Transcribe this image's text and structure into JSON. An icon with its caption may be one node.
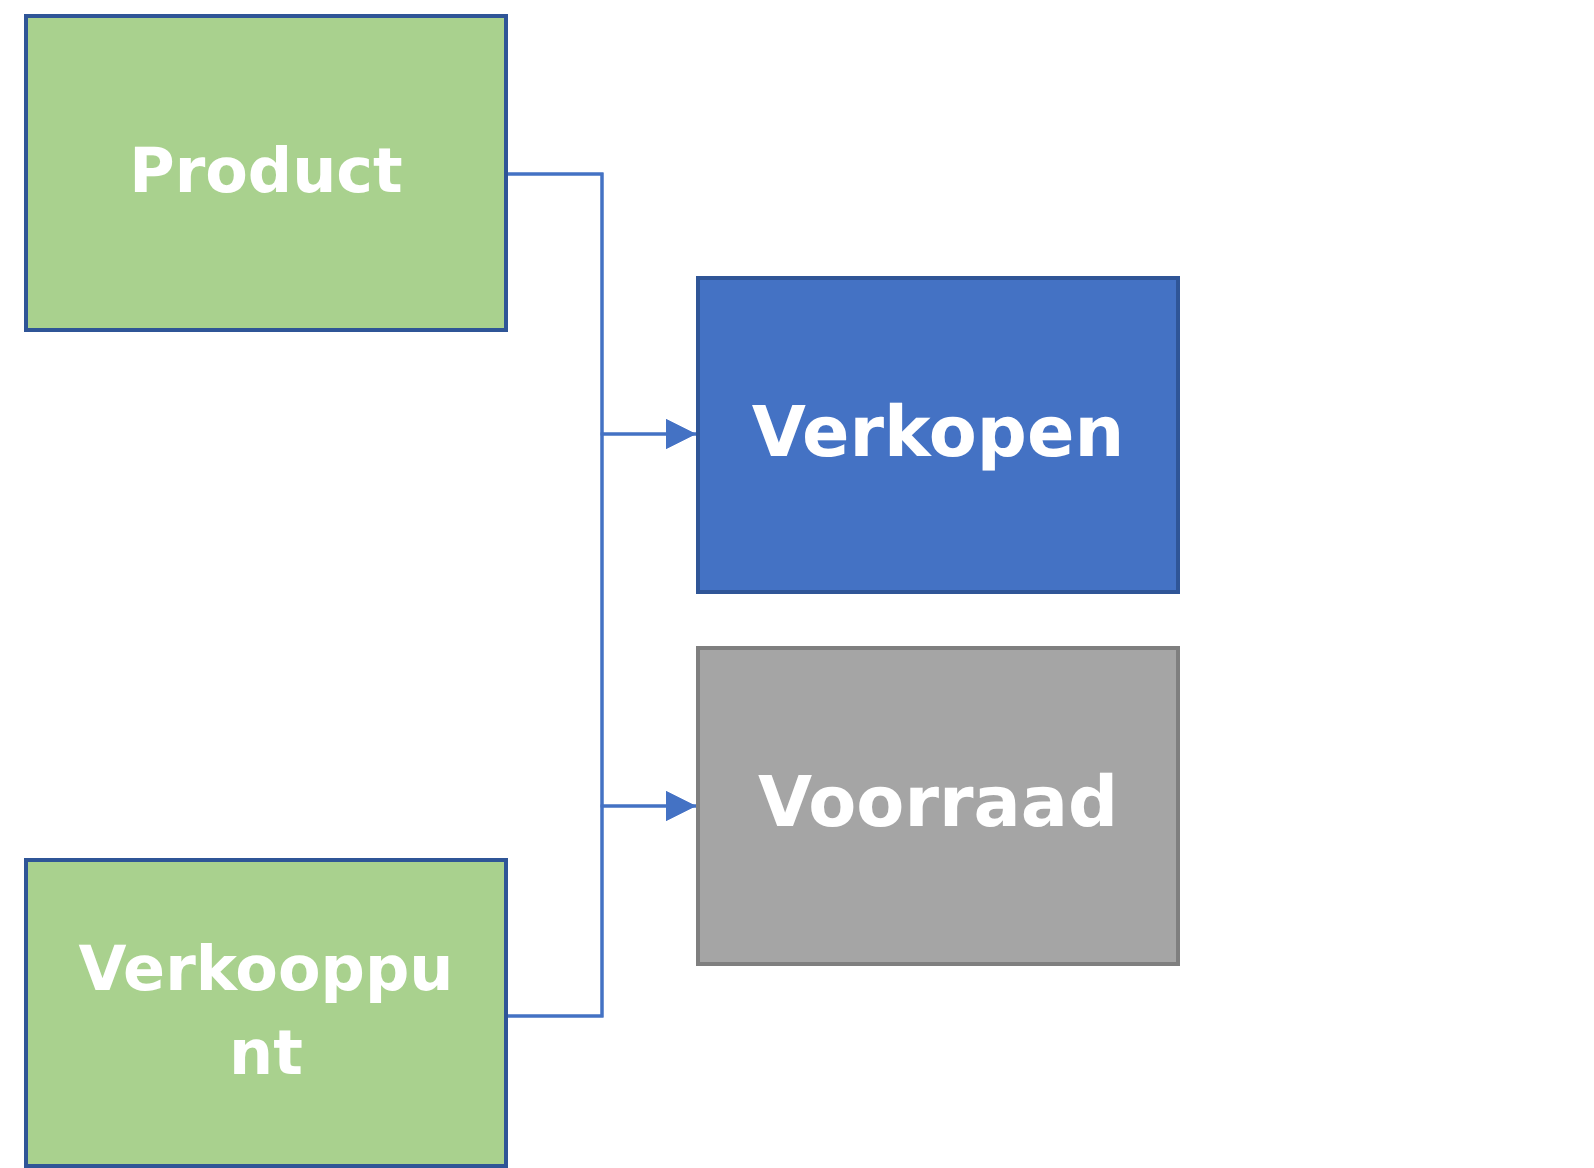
{
  "diagram": {
    "nodes": [
      {
        "text": [
          "Product"
        ]
      },
      {
        "text": [
          "Verkopen"
        ]
      },
      {
        "text": [
          "Voorraad"
        ]
      },
      {
        "text": [
          "Verkooppunt"
        ]
      }
    ],
    "edges": [
      {
        "from": 0,
        "to": 1,
        "arrow": "to"
      },
      {
        "from": 0,
        "to": 2,
        "arrow": "to"
      },
      {
        "from": 3,
        "to": 1,
        "arrow": "to"
      },
      {
        "from": 3,
        "to": 2,
        "arrow": "to"
      }
    ]
  }
}
